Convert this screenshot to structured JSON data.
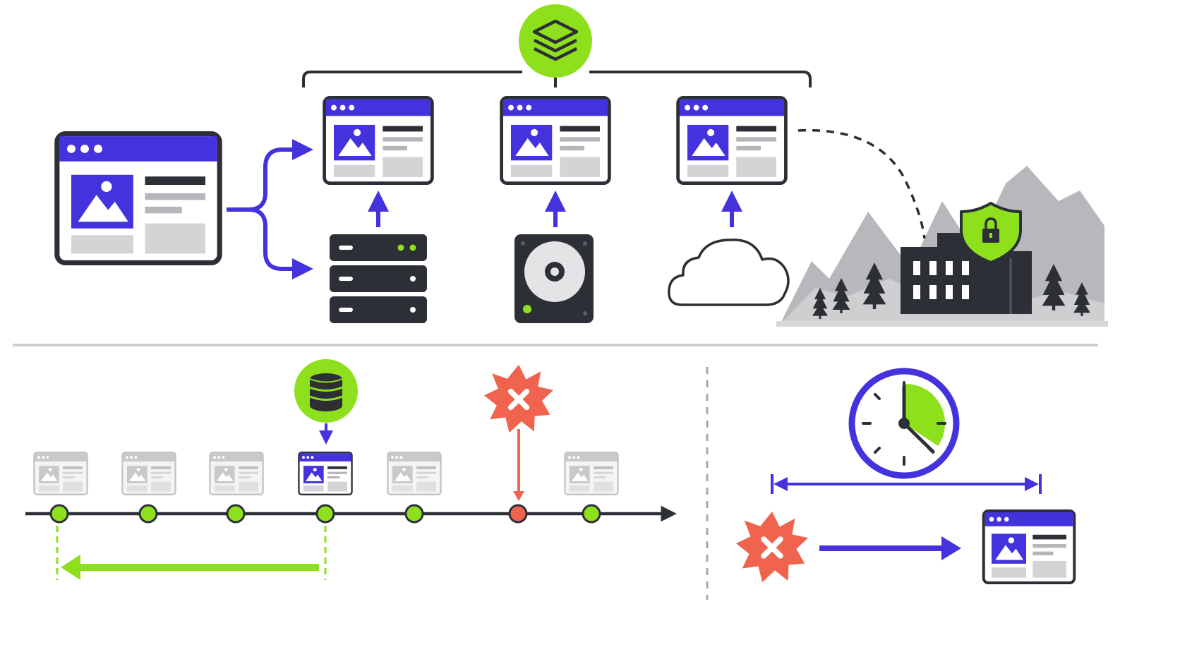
{
  "colors": {
    "accent_blue": "#4433dd",
    "accent_green": "#8ee01c",
    "alert_red": "#f0644f",
    "dark": "#2c2f36",
    "gray": "#c9c9cc",
    "mountain": "#b8b8bc"
  },
  "icons": {
    "layers": "layers-icon",
    "database": "database-icon",
    "server": "server-rack-icon",
    "disk": "hard-disk-icon",
    "cloud": "cloud-icon",
    "building": "office-building-icon",
    "shield_lock": "shield-lock-icon",
    "clock": "clock-icon",
    "failure": "failure-burst-icon"
  },
  "timeline": {
    "snapshots": 7,
    "restore_point_index": 3,
    "failure_index": 5,
    "recovery_time_elapsed": 0.25
  }
}
